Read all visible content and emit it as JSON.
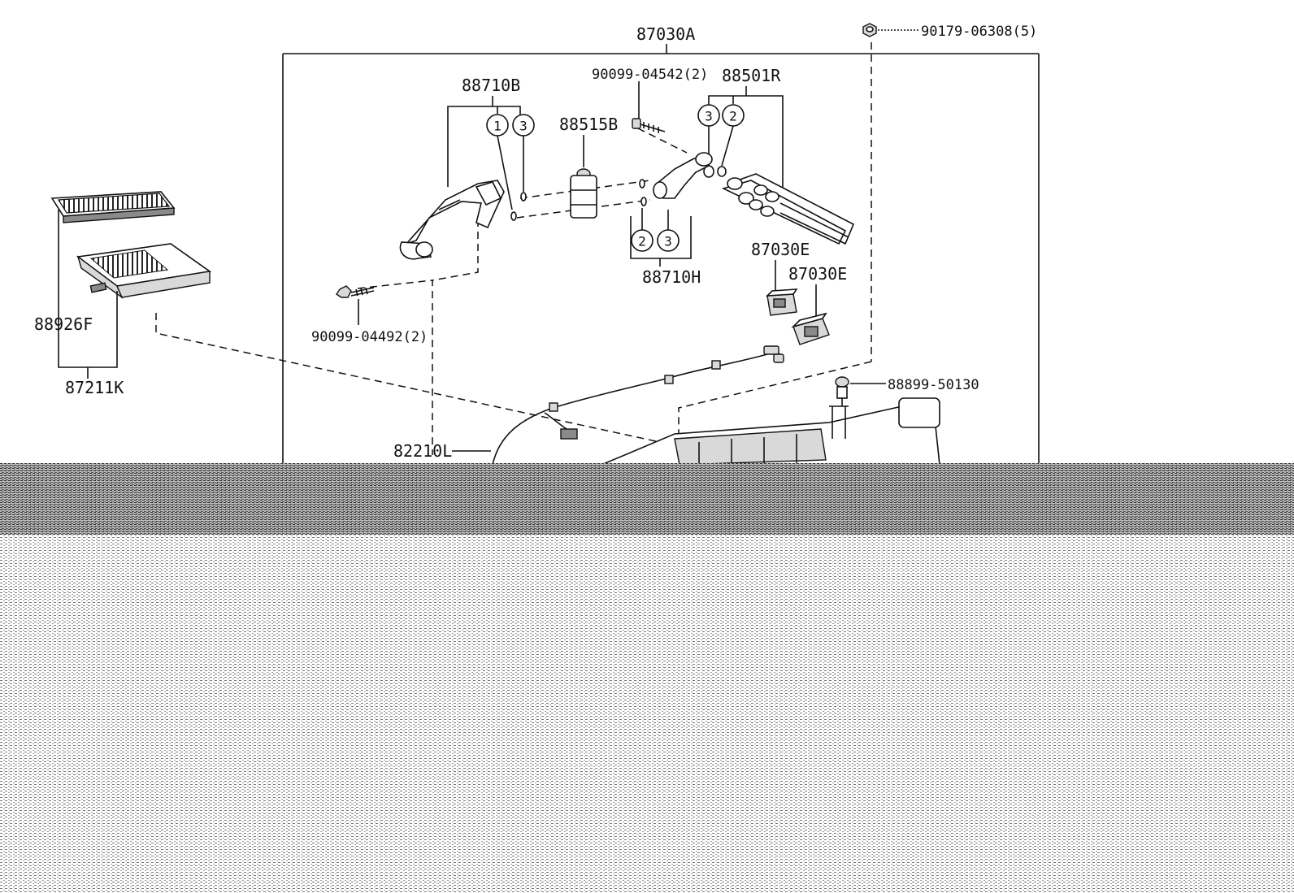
{
  "labels": {
    "assembly": "87030A",
    "nut": "90179-06308(5)",
    "screw_top": "90099-04542(2)",
    "tube_b": "88710B",
    "evaporator": "88501R",
    "valve": "88515B",
    "tube_h": "88710H",
    "servo_1": "87030E",
    "servo_2": "87030E",
    "bolt_left": "90099-04492(2)",
    "filter_cover": "88926F",
    "filter": "87211K",
    "sensor": "88899-50130",
    "harness": "82210L"
  },
  "callouts": {
    "tube_b_left": "1",
    "tube_b_right": "3",
    "evap_left": "3",
    "evap_right": "2",
    "tube_h_left": "2",
    "tube_h_right": "3"
  }
}
